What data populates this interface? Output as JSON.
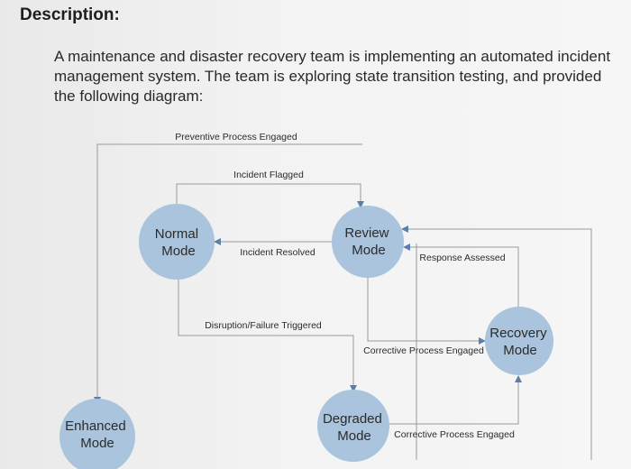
{
  "heading": "Description:",
  "description": "A maintenance and disaster recovery team is implementing an automated incident management system. The team is exploring state transition testing, and provided the following diagram:",
  "states": {
    "normal": [
      "Normal",
      "Mode"
    ],
    "review": [
      "Review",
      "Mode"
    ],
    "recovery": [
      "Recovery",
      "Mode"
    ],
    "enhanced": [
      "Enhanced",
      "Mode"
    ],
    "degraded": [
      "Degraded",
      "Mode"
    ]
  },
  "transitions": {
    "preventive": "Preventive Process Engaged",
    "flagged": "Incident Flagged",
    "resolved": "Incident Resolved",
    "assessed": "Response Assessed",
    "disruption": "Disruption/Failure Triggered",
    "corrective_to_recovery": "Corrective Process Engaged",
    "corrective_from_degraded": "Corrective Process Engaged"
  },
  "colors": {
    "node_fill": "#a9c4dc",
    "line": "#9a9a9a",
    "arrow": "#5b7fa8"
  }
}
